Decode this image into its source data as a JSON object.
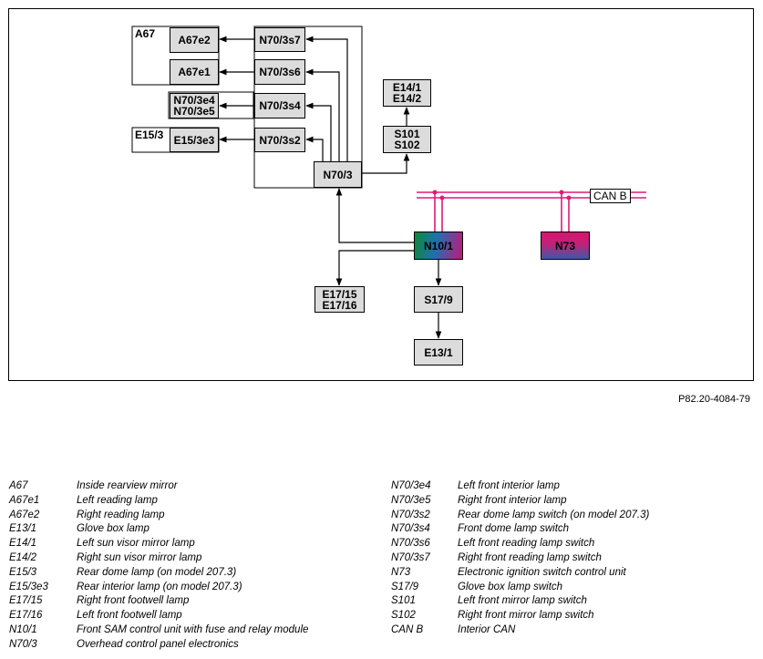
{
  "diagram": {
    "boxes": {
      "a67": "A67",
      "a67e2": "A67e2",
      "a67e1": "A67e1",
      "n70_3e4": "N70/3e4",
      "n70_3e5": "N70/3e5",
      "e15_3": "E15/3",
      "e15_3e3": "E15/3e3",
      "n70_3s7": "N70/3s7",
      "n70_3s6": "N70/3s6",
      "n70_3s4": "N70/3s4",
      "n70_3s2": "N70/3s2",
      "n70_3": "N70/3",
      "e14_1": "E14/1",
      "e14_2": "E14/2",
      "s101": "S101",
      "s102": "S102",
      "can_b": "CAN B",
      "n10_1": "N10/1",
      "n73": "N73",
      "e17_15": "E17/15",
      "e17_16": "E17/16",
      "s17_9": "S17/9",
      "e13_1": "E13/1"
    },
    "colors": {
      "can_bus": "#e0197c",
      "n10_gradient": [
        "#0c8a3a",
        "#1f6fb0",
        "#c2187a"
      ],
      "n73_gradient": [
        "#d8146e",
        "#3a5aa8"
      ],
      "box_fill": "#dcdcdc"
    }
  },
  "reference_code": "P82.20-4084-79",
  "legend": {
    "left": [
      {
        "code": "A67",
        "desc": "Inside rearview mirror"
      },
      {
        "code": "A67e1",
        "desc": "Left reading lamp"
      },
      {
        "code": "A67e2",
        "desc": "Right reading lamp"
      },
      {
        "code": "E13/1",
        "desc": "Glove box lamp"
      },
      {
        "code": "E14/1",
        "desc": "Left sun visor mirror lamp"
      },
      {
        "code": "E14/2",
        "desc": "Right sun visor mirror lamp"
      },
      {
        "code": "E15/3",
        "desc": "Rear dome lamp (on model 207.3)"
      },
      {
        "code": "E15/3e3",
        "desc": "Rear interior lamp (on model 207.3)"
      },
      {
        "code": "E17/15",
        "desc": "Right front footwell lamp"
      },
      {
        "code": "E17/16",
        "desc": "Left front footwell lamp"
      },
      {
        "code": "N10/1",
        "desc": "Front SAM control unit with fuse and relay module"
      },
      {
        "code": "N70/3",
        "desc": "Overhead control panel electronics"
      }
    ],
    "right": [
      {
        "code": "N70/3e4",
        "desc": "Left front interior lamp"
      },
      {
        "code": "N70/3e5",
        "desc": "Right front interior lamp"
      },
      {
        "code": "N70/3s2",
        "desc": "Rear dome lamp switch (on model 207.3)"
      },
      {
        "code": "N70/3s4",
        "desc": "Front dome lamp switch"
      },
      {
        "code": "N70/3s6",
        "desc": "Left front reading lamp switch"
      },
      {
        "code": "N70/3s7",
        "desc": "Right front reading lamp switch"
      },
      {
        "code": "N73",
        "desc": "Electronic ignition switch control unit"
      },
      {
        "code": "S17/9",
        "desc": "Glove box lamp switch"
      },
      {
        "code": "S101",
        "desc": "Left front mirror lamp switch"
      },
      {
        "code": "S102",
        "desc": "Right front mirror lamp switch"
      },
      {
        "code": "CAN B",
        "desc": "Interior CAN"
      }
    ]
  }
}
